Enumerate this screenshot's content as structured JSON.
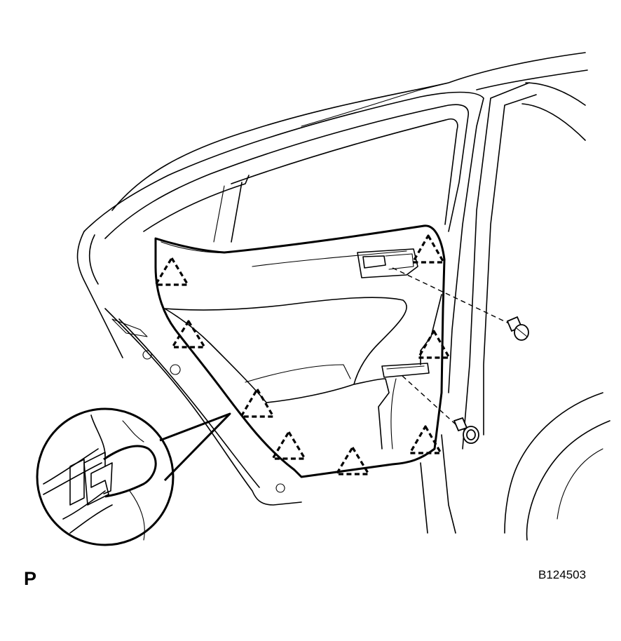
{
  "diagram": {
    "view_label": "P",
    "figure_code": "B124503",
    "icons": {
      "clip_marker": "dashed-triangle-clip-marker",
      "screw": "screw-icon",
      "detail": "clip-detail-magnifier"
    }
  }
}
